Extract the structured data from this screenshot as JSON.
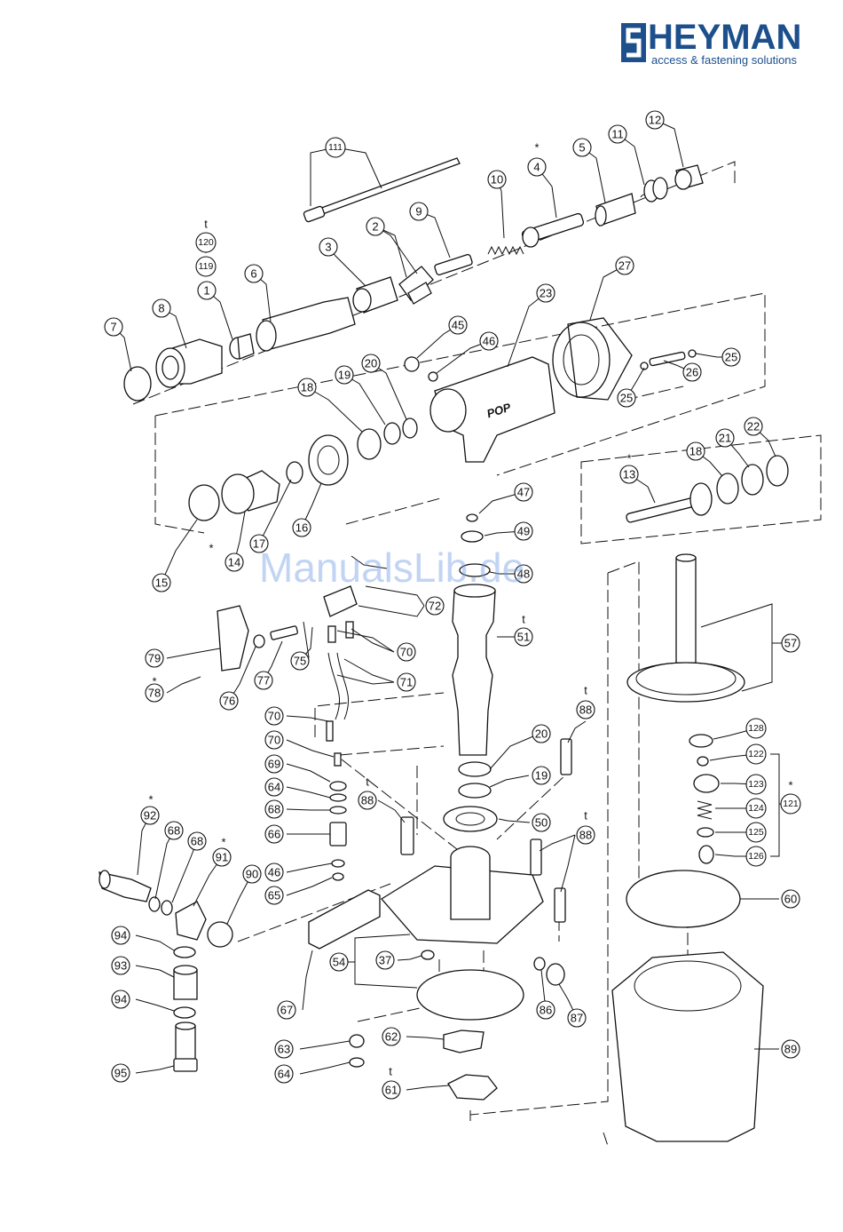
{
  "brand": {
    "name": "HEYMAN",
    "tagline": "access & fastening solutions",
    "color": "#1c4f8c"
  },
  "watermark": "ManualsLib.de",
  "body_mark": "POP",
  "marks": {
    "star": "*",
    "t": "t"
  },
  "parts": [
    "1",
    "2",
    "3",
    "4",
    "5",
    "6",
    "7",
    "8",
    "9",
    "10",
    "11",
    "12",
    "13",
    "14",
    "15",
    "16",
    "17",
    "18",
    "19",
    "20",
    "21",
    "22",
    "23",
    "25",
    "26",
    "27",
    "37",
    "45",
    "46",
    "47",
    "48",
    "49",
    "50",
    "51",
    "54",
    "57",
    "60",
    "61",
    "62",
    "63",
    "64",
    "65",
    "66",
    "67",
    "68",
    "69",
    "70",
    "71",
    "72",
    "75",
    "76",
    "77",
    "78",
    "79",
    "86",
    "87",
    "88",
    "89",
    "90",
    "91",
    "92",
    "93",
    "94",
    "95",
    "111",
    "119",
    "120",
    "121",
    "122",
    "123",
    "124",
    "125",
    "126",
    "128"
  ]
}
